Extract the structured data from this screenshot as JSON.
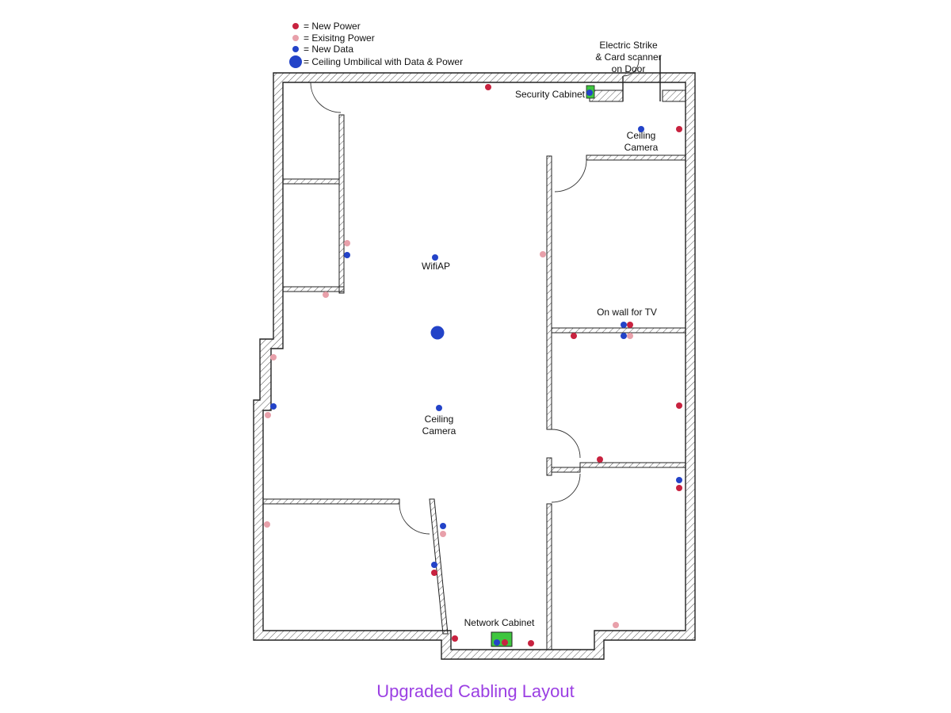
{
  "legend": {
    "new_power": "= New Power",
    "existing_power": "= Exisitng Power",
    "new_data": "= New Data",
    "umbilical": "= Ceiling Umbilical with Data & Power"
  },
  "colors": {
    "new_power": "#c8223f",
    "existing_power": "#e8a0aa",
    "new_data": "#2343c8",
    "cabinet_green": "#3ec63e",
    "caption": "#9b3fe3"
  },
  "labels": {
    "electric_strike_1": "Electric Strike",
    "electric_strike_2": "& Card scanner",
    "electric_strike_3": "on Door",
    "security_cabinet": "Security Cabinet",
    "ceiling_camera_top_1": "Ceiling",
    "ceiling_camera_top_2": "Camera",
    "wifi_ap": "WifiAP",
    "ceiling_camera_center_1": "Ceiling",
    "ceiling_camera_center_2": "Camera",
    "on_wall_tv": "On wall for TV",
    "network_cabinet": "Network Cabinet"
  },
  "caption": "Upgraded Cabling Layout"
}
